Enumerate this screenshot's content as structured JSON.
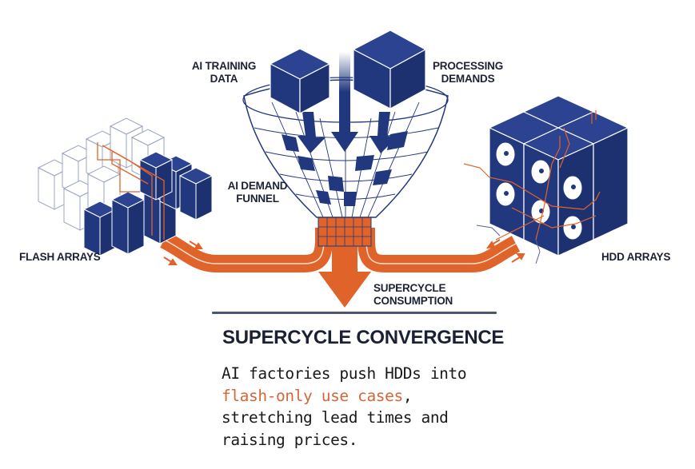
{
  "diagram": {
    "labels": {
      "ai_training_data": "AI TRAINING\nDATA",
      "ai_training_data_line1": "AI TRAINING",
      "ai_training_data_line2": "DATA",
      "processing_demands_line1": "PROCESSING",
      "processing_demands_line2": "DEMANDS",
      "ai_demand_funnel_line1": "AI DEMAND",
      "ai_demand_funnel_line2": "FUNNEL",
      "flash_arrays": "FLASH ARRAYS",
      "hdd_arrays": "HDD ARRAYS",
      "supercycle_consumption_line1": "SUPERCYCLE",
      "supercycle_consumption_line2": "CONSUMPTION"
    },
    "icons": [
      "data-cube-icon",
      "data-cube-icon",
      "down-arrow-icon",
      "funnel-icon",
      "flash-server-rack-icon",
      "hdd-array-icon",
      "orange-flow-pipe-icon",
      "down-arrow-icon"
    ],
    "colors": {
      "navy": "#22387e",
      "orange": "#e0642a",
      "text_dark": "#1c2233",
      "highlight": "#d0683a",
      "divider": "#4a5570"
    }
  },
  "caption": {
    "title": "SUPERCYCLE CONVERGENCE",
    "body_part1": "AI factories push HDDs into ",
    "body_highlight": "flash-only use cases",
    "body_part2": ", stretching lead times and raising prices.",
    "lines": [
      "AI factories push HDDs",
      "into flash-only use cases,",
      "stretching lead times and",
      "raising prices."
    ]
  }
}
